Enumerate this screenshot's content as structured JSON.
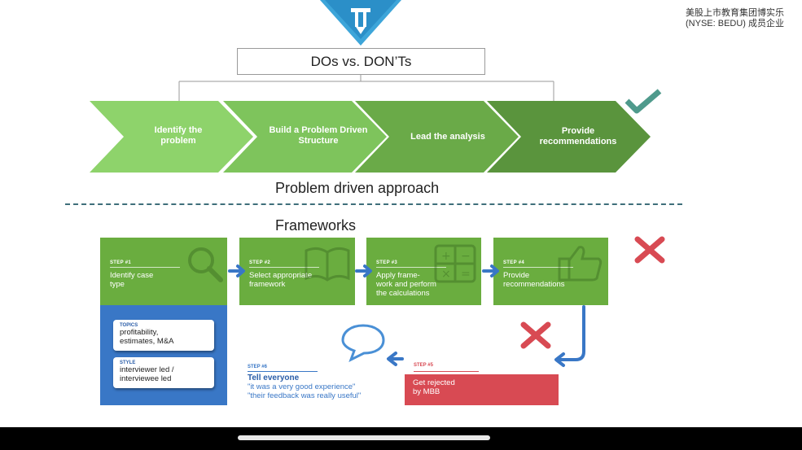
{
  "brand": {
    "line1": "美股上市教育集团博实乐",
    "line2": "(NYSE: BEDU) 成员企业"
  },
  "header": {
    "title": "DOs  vs. DON’Ts"
  },
  "approach": {
    "steps": [
      {
        "line1": "Identify the",
        "line2": "problem",
        "color": "#8ed36b"
      },
      {
        "line1": "Build a Problem Driven",
        "line2": "Structure",
        "color": "#7ec45c"
      },
      {
        "line1": "Lead the analysis",
        "line2": "",
        "color": "#6aaa48"
      },
      {
        "line1": "Provide",
        "line2": "recommendations",
        "color": "#5a943d"
      }
    ],
    "title": "Problem driven approach"
  },
  "frameworks": {
    "title": "Frameworks",
    "steps": [
      {
        "num": "STEP #1",
        "line1": "Identify case",
        "line2": "type",
        "line3": "",
        "icon": "magnifier-icon"
      },
      {
        "num": "STEP #2",
        "line1": "Select appropriate",
        "line2": "framework",
        "line3": "",
        "icon": "book-icon"
      },
      {
        "num": "STEP #3",
        "line1": "Apply frame-",
        "line2": "work and perform",
        "line3": "the calculations",
        "icon": "calculator-icon"
      },
      {
        "num": "STEP #4",
        "line1": "Provide",
        "line2": "recommendations",
        "line3": "",
        "icon": "thumbs-up-icon"
      }
    ],
    "topics": {
      "head": "TOPICS",
      "line1": "profitability,",
      "line2": "estimates, M&A"
    },
    "style": {
      "head": "STYLE",
      "line1": "interviewer led /",
      "line2": "interviewee led"
    },
    "step5": {
      "num": "STEP #5",
      "line1": "Get rejected",
      "line2": "by MBB"
    },
    "step6": {
      "num": "STEP #6",
      "title": "Tell everyone",
      "quote1": "\"it was a very good experience\"",
      "quote2": "\"their feedback was really useful\""
    }
  },
  "colors": {
    "step_green": "#6aad3f",
    "panel_blue": "#3977c6",
    "reject_red": "#d84a53",
    "check_teal": "#4f9a8c",
    "cross_red": "#d84a53"
  }
}
